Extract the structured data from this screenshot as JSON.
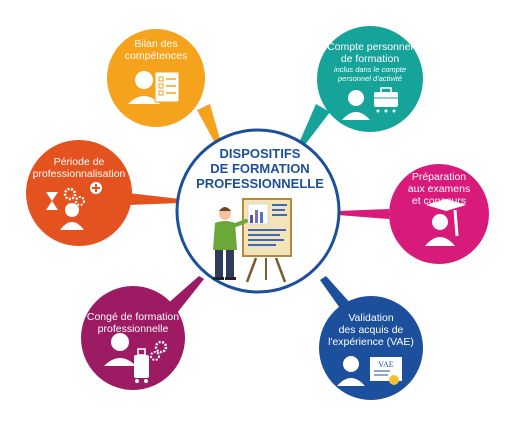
{
  "center": {
    "line1": "DISPOSITIFS",
    "line2": "DE FORMATION",
    "line3": "PROFESSIONNELLE",
    "ring_color": "#1c4f9c"
  },
  "nodes": [
    {
      "id": "bilan",
      "title_lines": [
        "Bilan des",
        "compétences"
      ],
      "color": "#f5a21c",
      "icon": "person-checklist-icon"
    },
    {
      "id": "compte",
      "title_lines": [
        "Compte personnel",
        "de formation"
      ],
      "note_lines": [
        "inclus dans le compte",
        "personnel d'activité"
      ],
      "color": "#16a39a",
      "icon": "person-briefcase-icon"
    },
    {
      "id": "periode",
      "title_lines": [
        "Période de",
        "professionnalisation"
      ],
      "color": "#e4531f",
      "icon": "hourglass-gears-icon"
    },
    {
      "id": "preparation",
      "title_lines": [
        "Préparation",
        "aux examens",
        "et concours"
      ],
      "color": "#d81b7a",
      "icon": "graduate-icon"
    },
    {
      "id": "conge",
      "title_lines": [
        "Congé de formation",
        "professionnelle"
      ],
      "color": "#9c1b63",
      "icon": "person-luggage-icon"
    },
    {
      "id": "vae",
      "title_lines": [
        "Validation",
        "des acquis de",
        "l'expérience (VAE)"
      ],
      "color": "#1c4f9c",
      "icon": "person-certificate-icon",
      "badge_text": "VAE"
    }
  ]
}
